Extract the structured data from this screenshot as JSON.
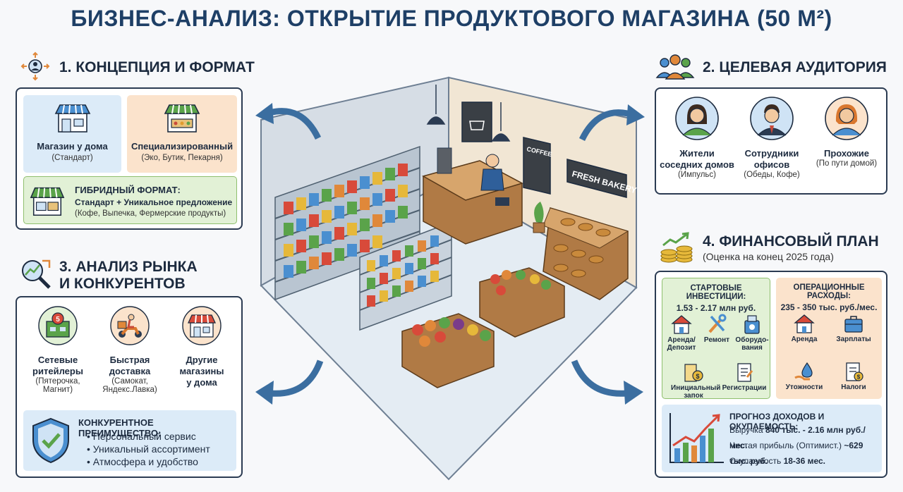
{
  "title": "БИЗНЕС-АНАЛИЗ: ОТКРЫТИЕ ПРОДУКТОВОГО МАГАЗИНА (50 М²)",
  "concept": {
    "title": "1. КОНЦЕПЦИЯ И ФОРМАТ",
    "cards": [
      {
        "label": "Магазин у дома",
        "sub": "(Стандарт)"
      },
      {
        "label": "Специализированный",
        "sub": "(Эко, Бутик, Пекарня)"
      }
    ],
    "hybrid": {
      "label": "ГИБРИДНЫЙ ФОРМАТ:",
      "line1": "Стандарт + Уникальное предложение",
      "line2": "(Кофе, Выпечка, Фермерские продукты)"
    }
  },
  "audience": {
    "title": "2. ЦЕЛЕВАЯ АУДИТОРИЯ",
    "people": [
      {
        "label1": "Жители",
        "label2": "соседних домов",
        "sub": "(Импульс)"
      },
      {
        "label1": "Сотрудники",
        "label2": "офисов",
        "sub": "(Обеды, Кофе)"
      },
      {
        "label1": "Прохожие",
        "label2": "",
        "sub": "(По пути домой)"
      }
    ]
  },
  "market": {
    "title1": "3. АНАЛИЗ РЫНКА",
    "title2": "И КОНКУРЕНТОВ",
    "competitors": [
      {
        "label1": "Сетевые",
        "label2": "ритейлеры",
        "sub1": "(Пятерочка,",
        "sub2": "Магнит)"
      },
      {
        "label1": "Быстрая",
        "label2": "доставка",
        "sub1": "(Самокат,",
        "sub2": "Яндекс.Лавка)"
      },
      {
        "label1": "Другие",
        "label2": "магазины",
        "label3": "у дома"
      }
    ],
    "advantage": {
      "title": "КОНКУРЕНТНОЕ ПРЕИМУЩЕСТВО:",
      "items": [
        "Персональный сервис",
        "Уникальный ассортимент",
        "Атмосфера и удобство"
      ]
    }
  },
  "finance": {
    "title": "4. ФИНАНСОВЫЙ ПЛАН",
    "subtitle": "(Оценка на конец 2025 года)",
    "startup": {
      "title": "СТАРТОВЫЕ ИНВЕСТИЦИИ:",
      "value": "1.53 - 2.17 млн руб.",
      "items": [
        {
          "label1": "Аренда/",
          "label2": "Депозит"
        },
        {
          "label1": "Ремонт",
          "label2": ""
        },
        {
          "label1": "Оборудо-",
          "label2": "вания"
        },
        {
          "label1": "Инициальный",
          "label2": "запок"
        },
        {
          "label1": "Регистрации",
          "label2": ""
        }
      ]
    },
    "opex": {
      "title": "ОПЕРАЦИОННЫЕ РАСХОДЫ:",
      "value": "235 - 350 тыс. руб./мес.",
      "items": [
        "Аренда",
        "Зарплаты",
        "Утожности",
        "Налоги"
      ]
    },
    "forecast": {
      "title": "ПРОГНОЗ ДОХОДОВ И ОКУПАЕМОСТЬ:",
      "revenue_label": "Выручка ",
      "revenue_value": "840 тыс. - 2.16 млн руб./мес.",
      "profit_label": "Чистая прибыль (Оптимист.) ",
      "profit_value": "~629 тыс. руб.",
      "payback_label": "Окупаемость ",
      "payback_value": "18-36 мес."
    }
  },
  "scene": {
    "bakery_sign": "FRESH BAKERY",
    "coffee_sign": "COFFEE"
  },
  "colors": {
    "title": "#1e3f66",
    "panel_border": "#2b3b52",
    "blue_card": "#dcebf8",
    "peach_card": "#fbe3cc",
    "green_card": "#e2f1d6",
    "arrow": "#3b6ea0"
  }
}
